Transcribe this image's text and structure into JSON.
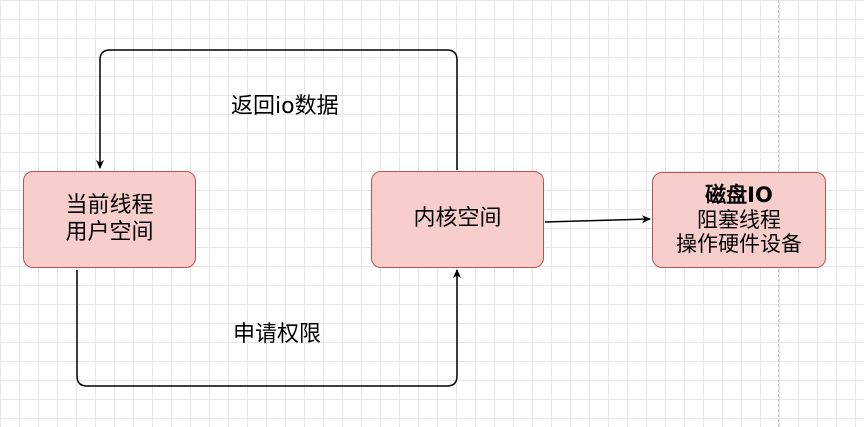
{
  "nodes": {
    "user": {
      "line1": "当前线程",
      "line2": "用户空间"
    },
    "kernel": {
      "label": "内核空间"
    },
    "disk": {
      "line1": "磁盘IO",
      "line2": "阻塞线程",
      "line3": "操作硬件设备"
    }
  },
  "edges": {
    "return_label": "返回io数据",
    "request_label": "申请权限"
  },
  "colors": {
    "node_fill": "#f8cecc",
    "node_stroke": "#b85450",
    "edge": "#000000",
    "grid": "#e6e6e6"
  }
}
